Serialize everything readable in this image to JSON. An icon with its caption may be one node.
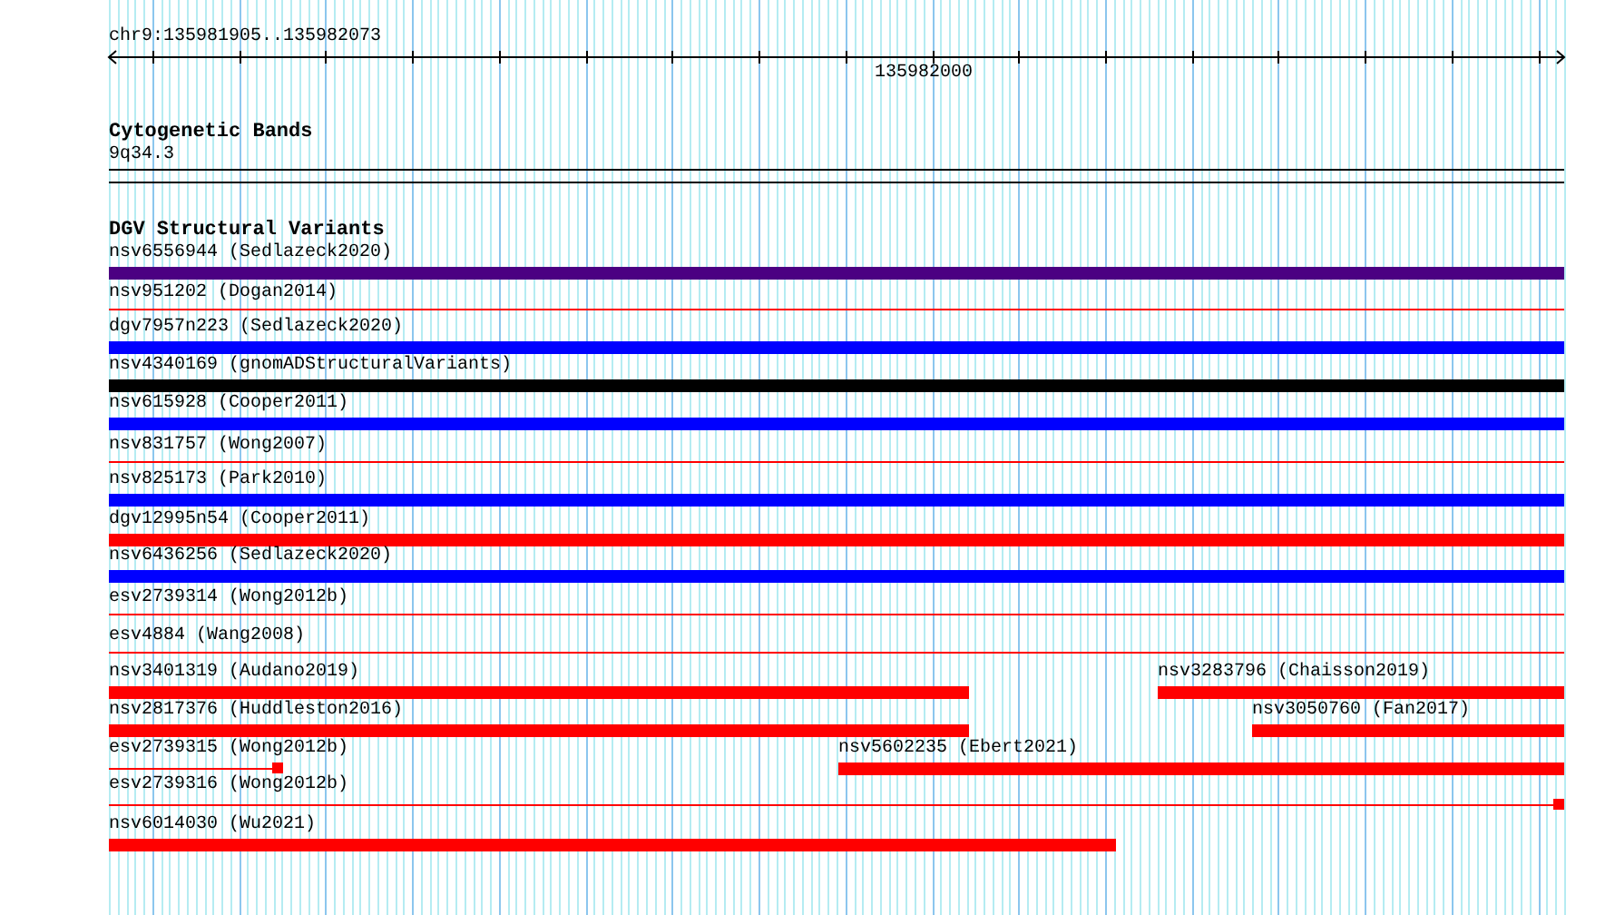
{
  "diagram": {
    "title": "chr9:135981905..135982073",
    "nodes": [
      {
        "text": [
          "nsv6556944 (Sedlazeck2020)"
        ]
      },
      {
        "text": [
          "nsv951202 (Dogan2014)"
        ]
      },
      {
        "text": [
          "dgv7957n223 (Sedlazeck2020)"
        ]
      },
      {
        "text": [
          "nsv4340169 (gnomADStructuralVariants)"
        ]
      },
      {
        "text": [
          "nsv615928 (Cooper2011)"
        ]
      },
      {
        "text": [
          "nsv831757 (Wong2007)"
        ]
      },
      {
        "text": [
          "nsv825173 (Park2010)"
        ]
      },
      {
        "text": [
          "dgv12995n54 (Cooper2011)"
        ]
      },
      {
        "text": [
          "nsv6436256 (Sedlazeck2020)"
        ]
      },
      {
        "text": [
          "esv2739314 (Wong2012b)"
        ]
      },
      {
        "text": [
          "esv4884 (Wang2008)"
        ]
      },
      {
        "text": [
          "nsv3401319 (Audano2019)"
        ]
      },
      {
        "text": [
          "nsv3283796 (Chaisson2019)"
        ]
      },
      {
        "text": [
          "nsv2817376 (Huddleston2016)"
        ]
      },
      {
        "text": [
          "nsv3050760 (Fan2017)"
        ]
      },
      {
        "text": [
          "esv2739315 (Wong2012b)"
        ]
      },
      {
        "text": [
          "nsv5602235 (Ebert2021)"
        ]
      },
      {
        "text": [
          "esv2739316 (Wong2012b)"
        ]
      },
      {
        "text": [
          "nsv6014030 (Wu2021)"
        ]
      }
    ],
    "labels": [
      "135982000",
      "Cytogenetic Bands",
      "9q34.3",
      "DGV Structural Variants"
    ]
  }
}
